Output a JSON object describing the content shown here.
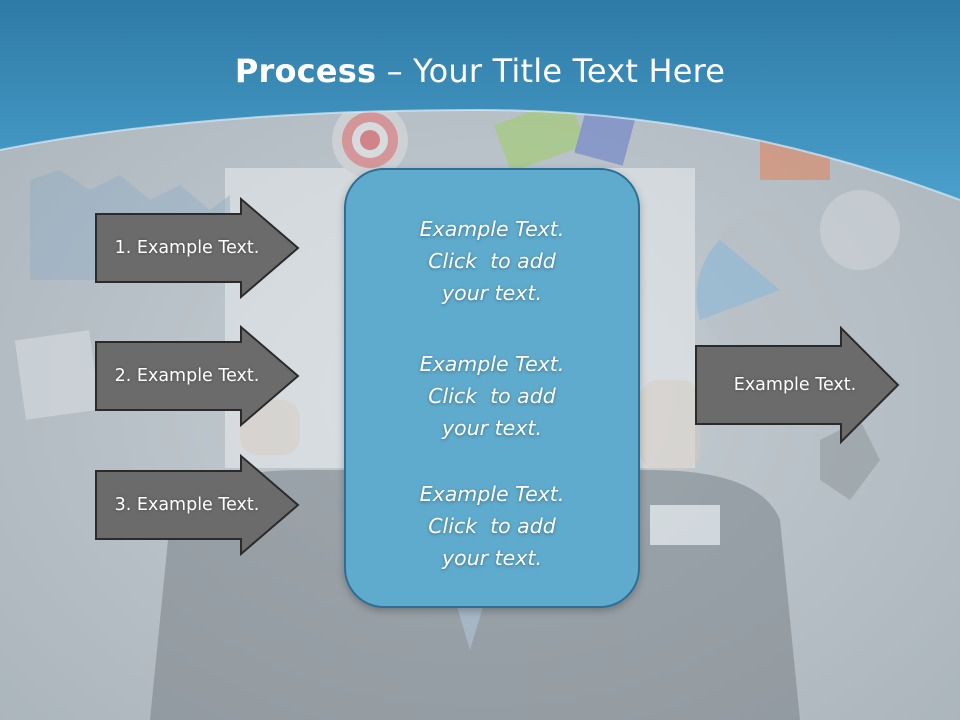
{
  "slide": {
    "title_bold": "Process",
    "title_rest": " – Your Title Text Here",
    "left_arrows": [
      {
        "label": "1. Example Text."
      },
      {
        "label": "2. Example Text."
      },
      {
        "label": "3. Example Text."
      }
    ],
    "right_arrow": {
      "label": "Example Text."
    },
    "center_blocks": [
      {
        "line1": "Example Text.",
        "line2": "Click  to add",
        "line3": "your text."
      },
      {
        "line1": "Example Text.",
        "line2": "Click  to add",
        "line3": "your text."
      },
      {
        "line1": "Example Text.",
        "line2": "Click  to add",
        "line3": "your text."
      }
    ]
  },
  "colors": {
    "header_blue": "#3b8dbb",
    "arrow_fill": "#6b6b6b",
    "box_fill": "#5fabcd",
    "box_border": "#2d6f94"
  }
}
